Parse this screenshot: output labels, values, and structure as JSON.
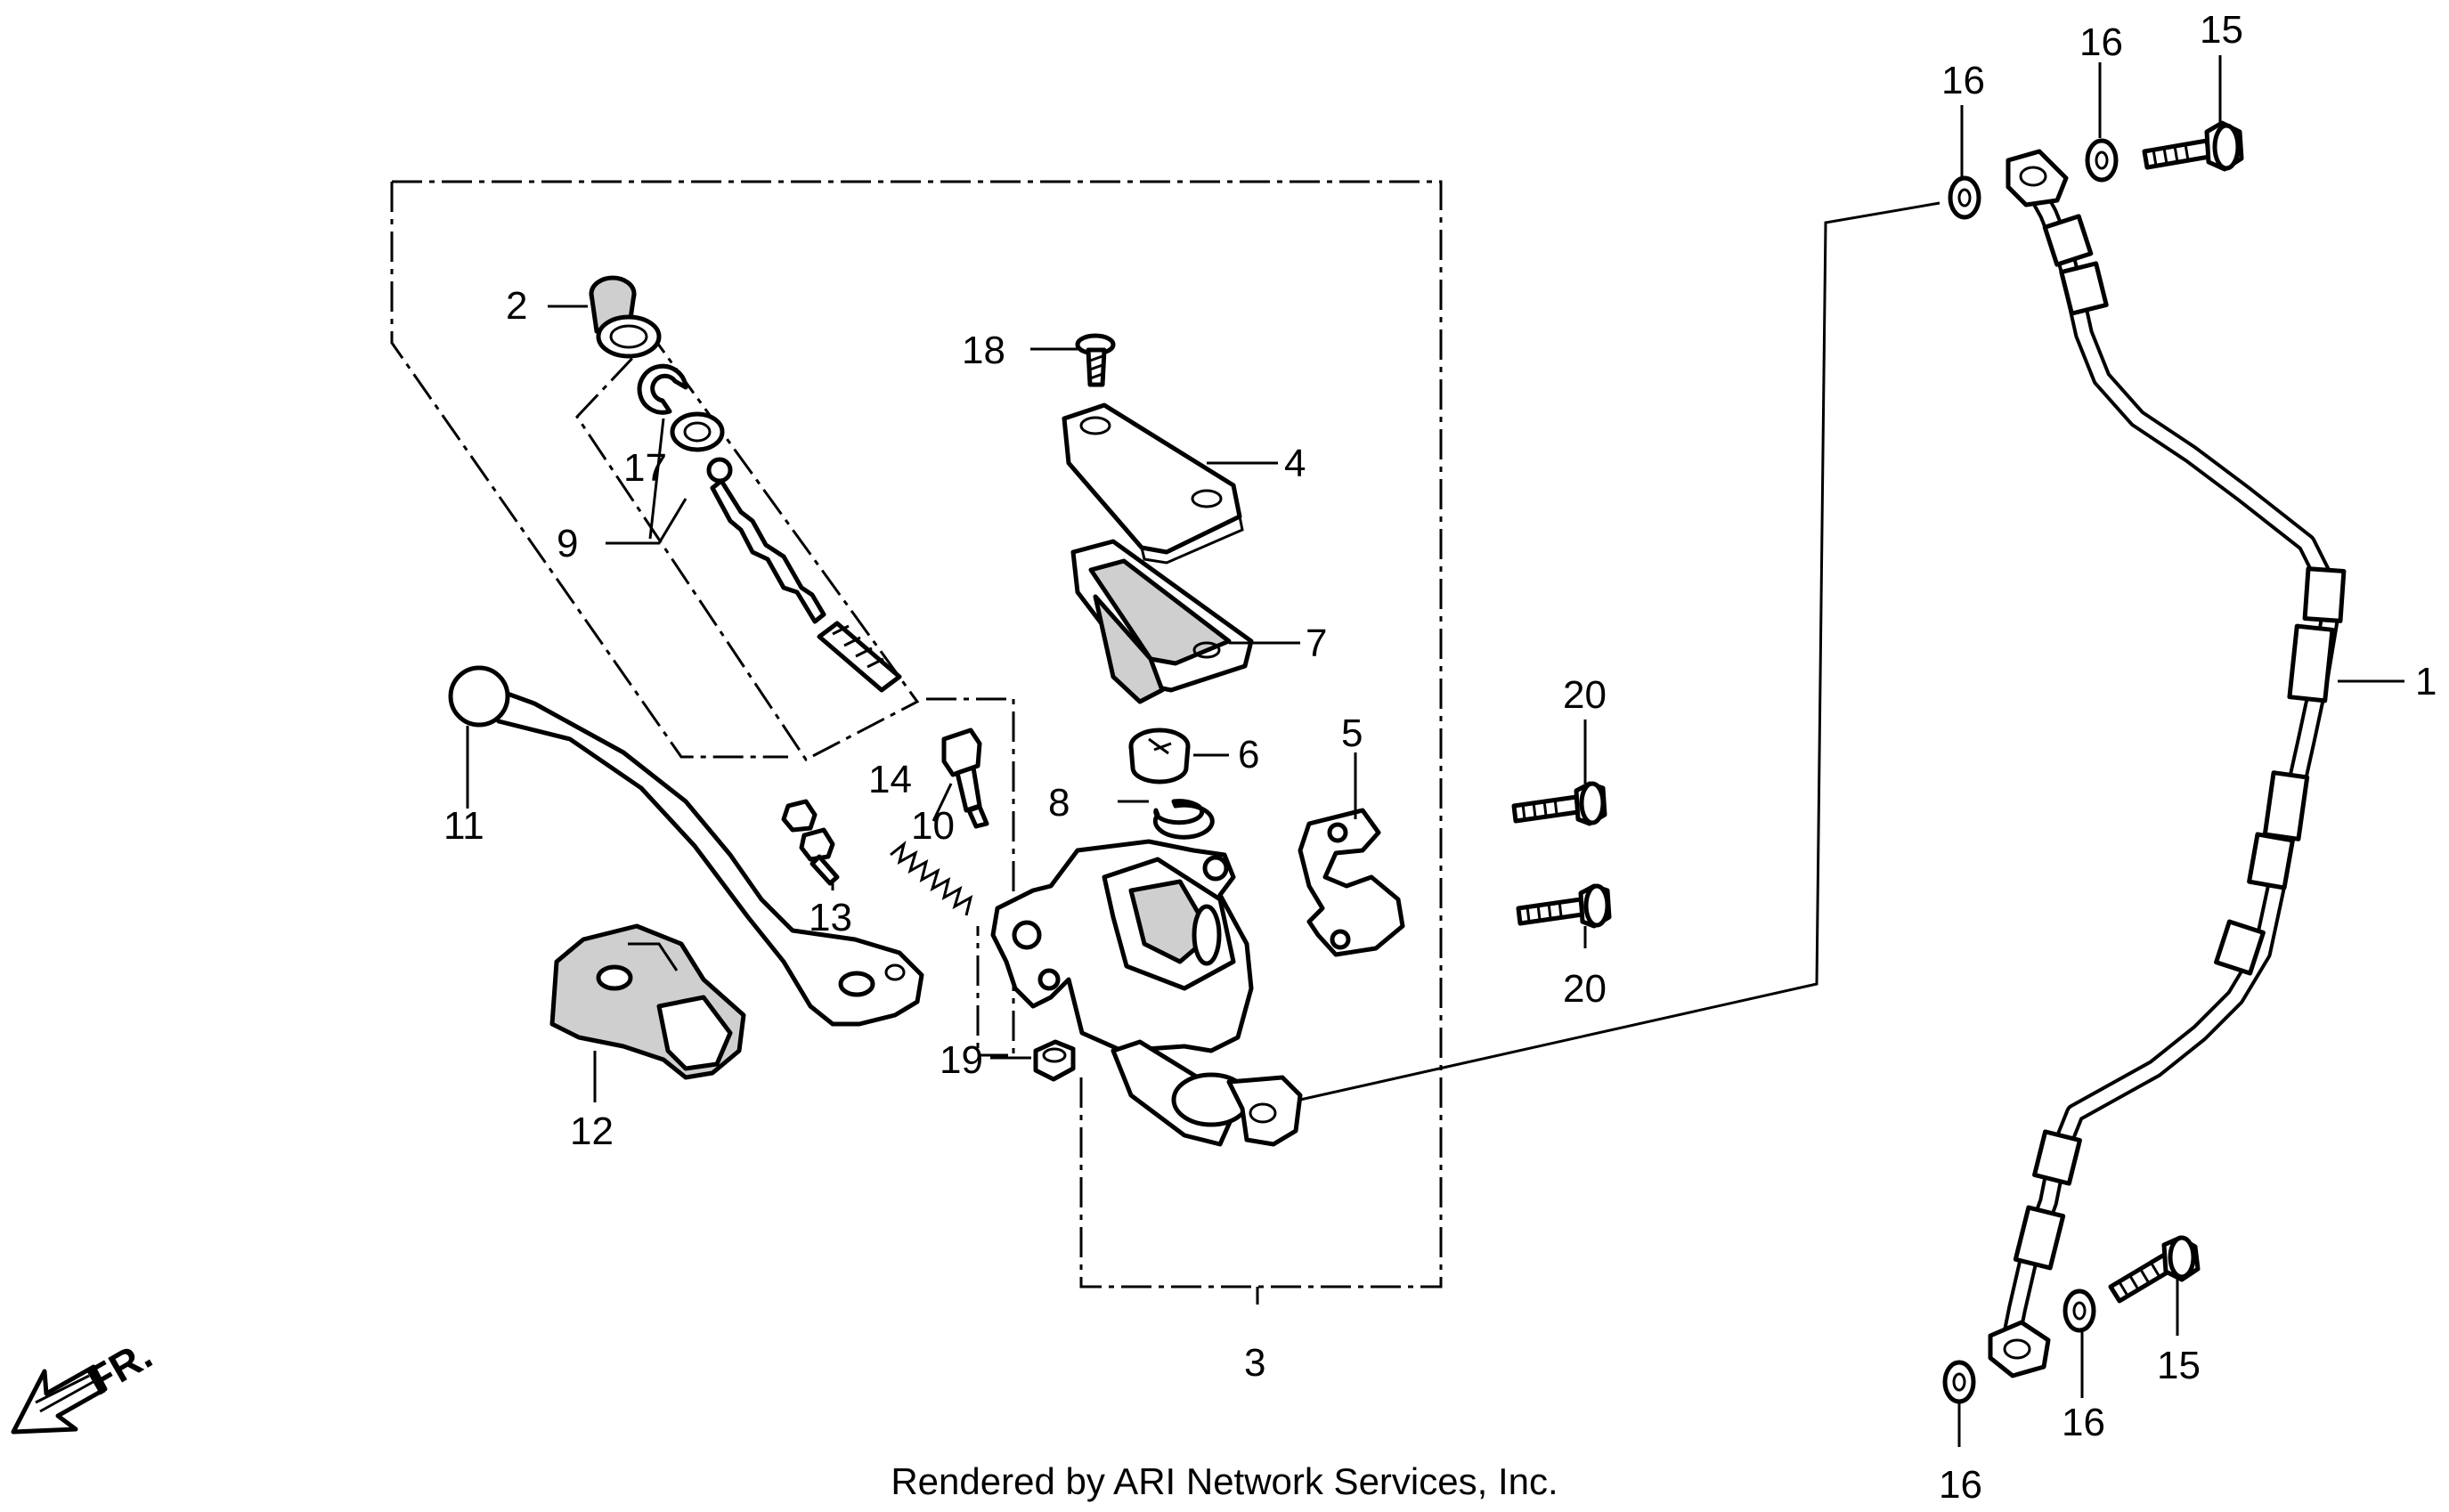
{
  "diagram": {
    "callouts": [
      "1",
      "2",
      "3",
      "4",
      "5",
      "6",
      "7",
      "8",
      "9",
      "10",
      "11",
      "12",
      "13",
      "14",
      "15",
      "16",
      "17",
      "18",
      "19",
      "20"
    ],
    "direction_label": "FR.",
    "footer": "Rendered by ARI Network Services, Inc."
  },
  "labels": {
    "l1": "1",
    "l2": "2",
    "l3": "3",
    "l4": "4",
    "l5": "5",
    "l6": "6",
    "l7": "7",
    "l8": "8",
    "l9": "9",
    "l10": "10",
    "l11": "11",
    "l12": "12",
    "l13": "13",
    "l14": "14",
    "l15a": "15",
    "l15b": "15",
    "l16a": "16",
    "l16b": "16",
    "l16c": "16",
    "l16d": "16",
    "l17": "17",
    "l18": "18",
    "l19": "19",
    "l20a": "20",
    "l20b": "20"
  }
}
